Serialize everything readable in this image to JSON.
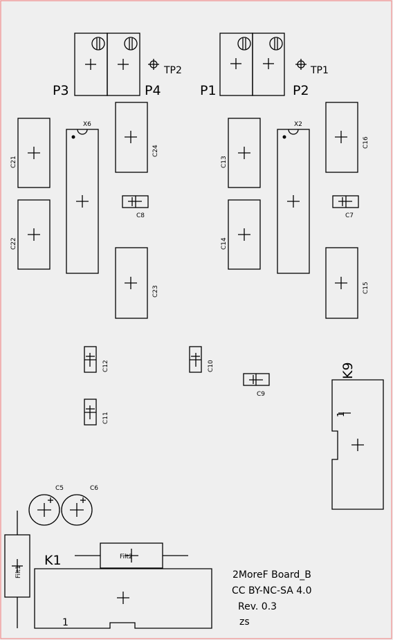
{
  "connectors": {
    "p1": "P1",
    "p2": "P2",
    "p3": "P3",
    "p4": "P4",
    "k1": "K1",
    "k9": "K9",
    "k1_pin": "1",
    "k9_pin": "1"
  },
  "test_points": {
    "tp1": "TP1",
    "tp2": "TP2"
  },
  "ics": {
    "x2": "X2",
    "x6": "X6"
  },
  "capacitors": {
    "c5": "C5",
    "c6": "C6",
    "c7": "C7",
    "c8": "C8",
    "c9": "C9",
    "c10": "C10",
    "c11": "C11",
    "c12": "C12",
    "c13": "C13",
    "c14": "C14",
    "c15": "C15",
    "c16": "C16",
    "c21": "C21",
    "c22": "C22",
    "c23": "C23",
    "c24": "C24"
  },
  "filters": {
    "f1": "Filt1",
    "f2": "Filt2"
  },
  "board_info": {
    "name": "2MoreF Board_B",
    "license": "CC BY-NC-SA 4.0",
    "revision": "Rev. 0.3",
    "author": "zs"
  },
  "colors": {
    "board_outline": "#f08c8c",
    "background": "#efefef",
    "silkscreen": "#000000"
  }
}
